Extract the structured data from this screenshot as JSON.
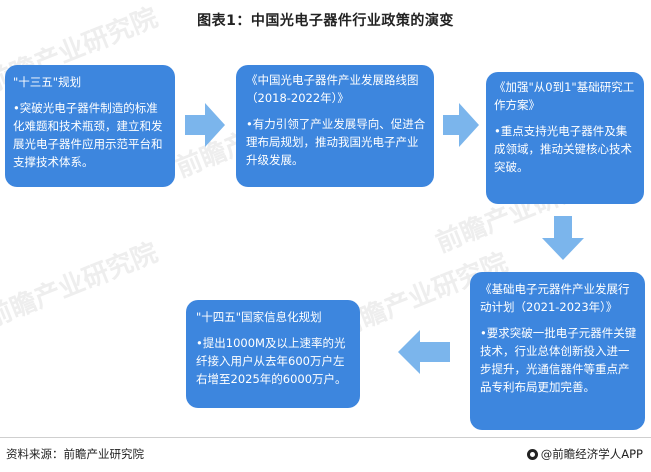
{
  "title": "图表1：中国光电子器件行业政策的演变",
  "watermark": "前瞻产业研究院",
  "boxes": [
    {
      "heading": "\"十三五\"规划",
      "bullet": "•突破光电子器件制造的标准化难题和技术瓶颈，建立和发展光电子器件应用示范平台和支撑技术体系。"
    },
    {
      "heading": "《中国光电子器件产业发展路线图（2018-2022年）》",
      "bullet": "•有力引领了产业发展导向、促进合理布局规划，推动我国光电子产业升级发展。"
    },
    {
      "heading": "《加强\"从0到1\"基础研究工作方案》",
      "bullet": "•重点支持光电子器件及集成领域，推动关键核心技术突破。"
    },
    {
      "heading": "《基础电子元器件产业发展行动计划（2021-2023年）》",
      "bullet": "•要求突破一批电子元器件关键技术，行业总体创新投入进一步提升，光通信器件等重点产品专利布局更加完善。"
    },
    {
      "heading": "\"十四五\"国家信息化规划",
      "bullet": "•提出1000M及以上速率的光纤接入用户从去年600万户左右增至2025年的6000万户。"
    }
  ],
  "footer": {
    "source": "资料来源：前瞻产业研究院",
    "brand": "@前瞻经济学人APP"
  },
  "colors": {
    "box": "#3d86de",
    "arrow": "#7bb5ec"
  }
}
